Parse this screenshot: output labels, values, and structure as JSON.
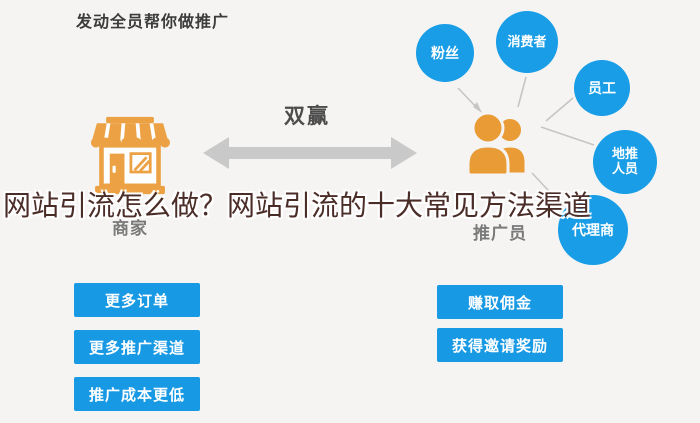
{
  "page": {
    "title": "发动全员帮你做推广",
    "background_color": "#f5f4f2"
  },
  "overlay": {
    "headline": "网站引流怎么做？网站引流的十大常见方法渠道",
    "color": "#4b2d28"
  },
  "diagram": {
    "winwin_label": "双赢",
    "merchant": {
      "label": "商家",
      "icon": "storefront-icon",
      "benefits": [
        "更多订单",
        "更多推广渠道",
        "推广成本更低"
      ]
    },
    "promoter": {
      "label": "推广员",
      "icon": "people-icon",
      "benefits": [
        "赚取佣金",
        "获得邀请奖励"
      ],
      "roles": [
        "粉丝",
        "消费者",
        "员工",
        "地推人员",
        "代理商"
      ]
    },
    "colors": {
      "blue": "#189de6",
      "orange": "#ECA244",
      "person_orange": "#E99B36",
      "arrow_gray": "#c9c9c9",
      "connector_gray": "#c5c5c5"
    }
  }
}
